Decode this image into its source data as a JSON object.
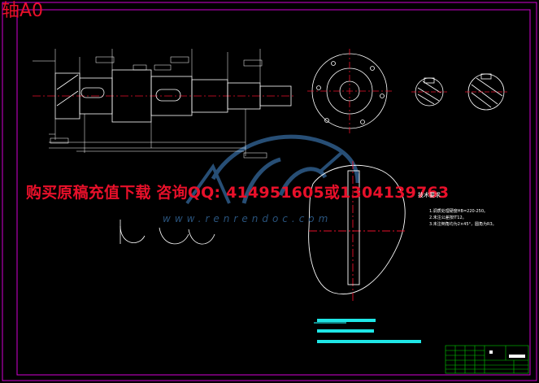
{
  "drawing": {
    "title": "轴A0",
    "banner": "购买原稿充值下载 咨询QQ: 414951605或1304139763",
    "watermark": "www.renrendoc.com",
    "technical_requirements": {
      "title": "技术要求",
      "items": [
        "1.调质处理硬度HB=220-250。",
        "2.未注公差按IT12。",
        "3.未注倒角均为2×45°，圆角为R3。"
      ]
    },
    "colors": {
      "background": "#000000",
      "frame": "#d400d4",
      "geometry": "#ffffff",
      "centerline": "#e8102a",
      "dimension": "#1fe6e6",
      "watermark_logo": "#2e5c8a",
      "title_block": "#00d000"
    }
  }
}
